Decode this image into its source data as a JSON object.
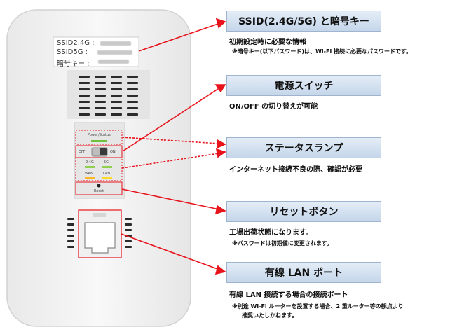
{
  "device_labels": {
    "ssid_label_24": "SSID2.4G :",
    "ssid_label_5": "SSID5G :",
    "key_label": "暗号キー :",
    "power_status": "Power/Status",
    "switch_off": "OFF",
    "switch_on": "ON",
    "led_24": "2.4G",
    "led_5": "5G",
    "led_wan": "WAN",
    "led_lan": "LAN",
    "reset": "Reset"
  },
  "callouts": [
    {
      "title": "SSID(2.4G/5G) と暗号キー",
      "desc": "初期設定時に必要な情報",
      "note": "※暗号キー(以下パスワード)は、Wi-Fi 接続に必要なパスワードです。"
    },
    {
      "title": "電源スイッチ",
      "desc": "ON/OFF の切り替えが可能"
    },
    {
      "title": "ステータスランプ",
      "desc": "インターネット接続不良の際、確認が必要"
    },
    {
      "title": "リセットボタン",
      "desc": "工場出荷状態になります。",
      "note": "※パスワードは初期値に変更されます。"
    },
    {
      "title": "有線 LAN ポート",
      "desc": "有線 LAN 接続する場合の接続ポート",
      "note": "※別途 Wi-Fi ルーターを設置する場合、2 重ルーター等の観点より",
      "note2": "推奨いたしかねます。"
    }
  ],
  "colors": {
    "arrow": "#e8141c",
    "callout_border": "#9fb5cf",
    "device_body": "#f2f2f2"
  }
}
